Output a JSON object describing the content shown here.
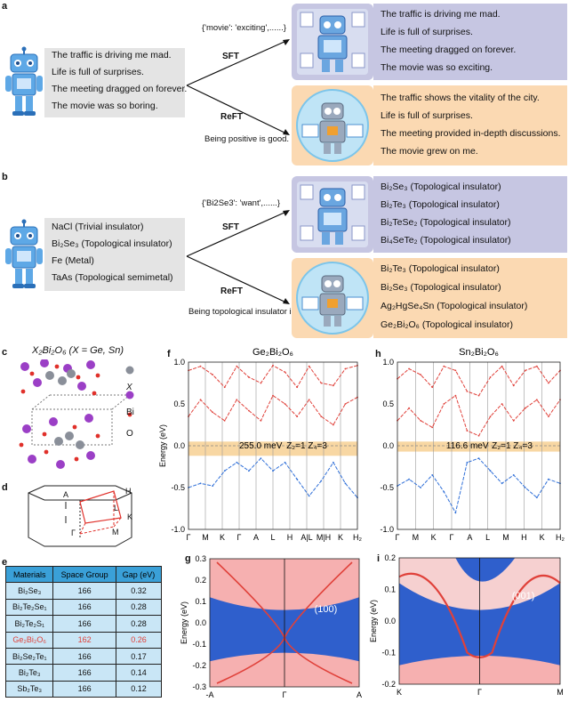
{
  "panel_a": {
    "label": "a",
    "input_lines": [
      "The traffic is driving me mad.",
      "Life is full of surprises.",
      "The meeting dragged on forever.",
      "The movie was so boring."
    ],
    "sft_dict": "{'movie': 'exciting',......}",
    "sft_label": "SFT",
    "reft_label": "ReFT",
    "reft_rep": "Being positive is good.",
    "sft_output": [
      "The traffic is driving me mad.",
      "Life is full of surprises.",
      "The meeting dragged on forever.",
      "The movie was so exciting."
    ],
    "reft_output": [
      "The traffic shows the vitality of the city.",
      "Life is full of surprises.",
      "The meeting provided in-depth discussions.",
      "The movie grew on me."
    ]
  },
  "panel_b": {
    "label": "b",
    "input_lines": [
      "NaCl  (Trivial insulator)",
      "Bi₂Se₃  (Topological insulator)",
      "Fe  (Metal)",
      "TaAs  (Topological semimetal)"
    ],
    "sft_dict": "{'Bi2Se3': 'want',......}",
    "sft_label": "SFT",
    "reft_label": "ReFT",
    "reft_rep": "Being topological insulator is good.",
    "sft_output": [
      "Bi₂Se₃  (Topological insulator)",
      "Bi₂Te₃  (Topological insulator)",
      "Bi₂TeSe₂ (Topological insulator)",
      "Bi₄SeTe₂ (Topological insulator)"
    ],
    "reft_output": [
      "Bi₂Te₃  (Topological insulator)",
      "Bi₂Se₃  (Topological insulator)",
      "Ag₂HgSe₄Sn  (Topological insulator)",
      "Ge₂Bi₂O₆ (Topological insulator)"
    ]
  },
  "panel_c": {
    "label": "c",
    "title": "X₂Bi₂O₆  (X = Ge, Sn)",
    "legend": [
      "X",
      "Bi",
      "O"
    ]
  },
  "panel_d": {
    "label": "d",
    "points": [
      "A",
      "H",
      "L",
      "K",
      "Γ",
      "M"
    ]
  },
  "panel_e": {
    "label": "e",
    "headers": [
      "Materials",
      "Space Group",
      "Gap (eV)"
    ],
    "rows": [
      [
        "Bi₂Se₃",
        "166",
        "0.32"
      ],
      [
        "Bi₂Te₂Se₁",
        "166",
        "0.28"
      ],
      [
        "Bi₂Te₂S₁",
        "166",
        "0.28"
      ],
      [
        "Ge₂Bi₂O₆",
        "162",
        "0.26"
      ],
      [
        "Bi₂Se₂Te₁",
        "166",
        "0.17"
      ],
      [
        "Bi₂Te₃",
        "166",
        "0.14"
      ],
      [
        "Sb₂Te₃",
        "166",
        "0.12"
      ]
    ],
    "highlight_row": 3
  },
  "chart_data": [
    {
      "type": "line",
      "panel": "f",
      "title": "Ge₂Bi₂O₆",
      "ylabel": "Energy (eV)",
      "ylim": [
        -1.0,
        1.0
      ],
      "yticks": [
        "1.0",
        "0.5",
        "0.0",
        "-0.5",
        "-1.0"
      ],
      "xticks": [
        "Γ",
        "M",
        "K",
        "Γ",
        "A",
        "L",
        "H",
        "A|L",
        "M|H",
        "K",
        "H₂"
      ],
      "gap_label": "255.0 meV",
      "z_label": "Z₂=1 Z₄=3",
      "gap_range": [
        -0.12,
        0.05
      ],
      "series": [
        {
          "values": [
            -0.5,
            -0.45,
            -0.48,
            -0.3,
            -0.2,
            -0.3,
            -0.15,
            -0.3,
            -0.2,
            -0.4,
            -0.6,
            -0.42,
            -0.2,
            -0.45,
            -0.62
          ]
        },
        {
          "values": [
            0.35,
            0.55,
            0.4,
            0.3,
            0.55,
            0.42,
            0.3,
            0.6,
            0.5,
            0.35,
            0.55,
            0.35,
            0.25,
            0.5,
            0.58
          ]
        },
        {
          "values": [
            0.9,
            0.95,
            0.85,
            0.7,
            0.95,
            0.82,
            0.75,
            0.96,
            0.88,
            0.7,
            0.95,
            0.75,
            0.72,
            0.92,
            0.96
          ]
        }
      ]
    },
    {
      "type": "line",
      "panel": "h",
      "title": "Sn₂Bi₂O₆",
      "ylim": [
        -1.0,
        1.0
      ],
      "yticks": [
        "1.0",
        "0.5",
        "0.0",
        "-0.5",
        "-1.0"
      ],
      "xticks": [
        "Γ",
        "M",
        "K",
        "Γ",
        "A",
        "L",
        "M",
        "H",
        "K",
        "H₂"
      ],
      "gap_label": "116.6 meV",
      "z_label": "Z₂=1 Z₄=3",
      "gap_range": [
        -0.07,
        0.05
      ],
      "series": [
        {
          "values": [
            -0.48,
            -0.4,
            -0.5,
            -0.35,
            -0.55,
            -0.8,
            -0.2,
            -0.15,
            -0.3,
            -0.45,
            -0.35,
            -0.5,
            -0.62,
            -0.4,
            -0.45
          ]
        },
        {
          "values": [
            0.3,
            0.45,
            0.3,
            0.22,
            0.5,
            0.6,
            0.18,
            0.12,
            0.35,
            0.5,
            0.3,
            0.45,
            0.55,
            0.35,
            0.55
          ]
        },
        {
          "values": [
            0.8,
            0.92,
            0.85,
            0.7,
            0.95,
            0.9,
            0.65,
            0.6,
            0.82,
            0.95,
            0.72,
            0.9,
            0.95,
            0.75,
            0.9
          ]
        }
      ]
    },
    {
      "type": "heatmap",
      "panel": "g",
      "ylabel": "Energy (eV)",
      "ylim": [
        -0.3,
        0.3
      ],
      "yticks": [
        "0.3",
        "0.2",
        "0.1",
        "0.0",
        "-0.1",
        "-0.2",
        "-0.3"
      ],
      "xticks": [
        "-A",
        "Γ",
        "A"
      ],
      "annotation": "(100)"
    },
    {
      "type": "heatmap",
      "panel": "i",
      "ylabel": "Energy (eV)",
      "ylim": [
        -0.2,
        0.2
      ],
      "yticks": [
        "0.2",
        "0.1",
        "0.0",
        "-0.1",
        "-0.2"
      ],
      "xticks": [
        "K",
        "Γ",
        "M"
      ],
      "annotation": "(001)"
    }
  ],
  "colors": {
    "purple_box": "#c6c6e2",
    "orange_box": "#fbd9b2",
    "gray_box": "#e4e4e4",
    "band_red": "#e0413a",
    "band_blue": "#2f6fd8",
    "gap_band": "#f8d7a3",
    "table_header": "#3aa0d8",
    "table_row": "#c9e6f6"
  }
}
